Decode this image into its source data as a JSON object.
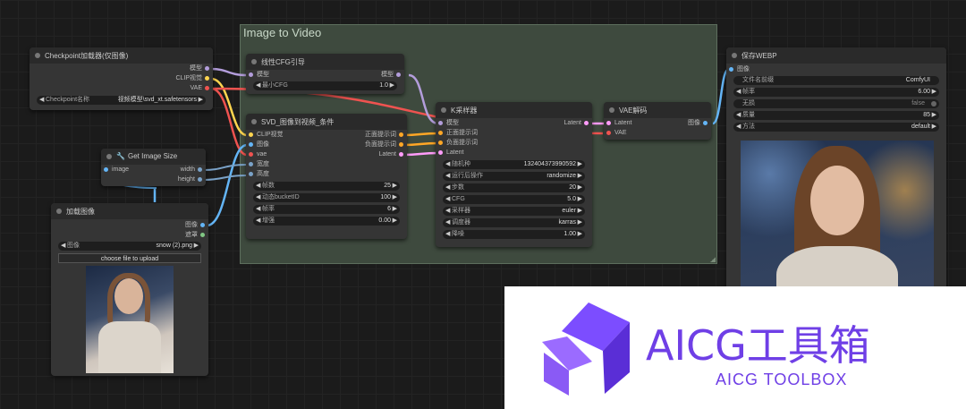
{
  "group": {
    "title": "Image to Video"
  },
  "checkpoint": {
    "title": "Checkpoint加载器(仅图像)",
    "outputs": [
      "模型",
      "CLIP视觉",
      "VAE"
    ],
    "widget": {
      "label": "Checkpoint名称",
      "value": "视频模型\\svd_xt.safetensors"
    }
  },
  "getsize": {
    "title": "Get Image Size",
    "input": "image",
    "outputs": [
      "width",
      "height"
    ]
  },
  "loadimage": {
    "title": "加载图像",
    "outputs": [
      "图像",
      "遮罩"
    ],
    "widget": {
      "label": "图像",
      "value": "snow (2).png"
    },
    "upload": "choose file to upload"
  },
  "linearcfg": {
    "title": "线性CFG引导",
    "input": "模型",
    "output": "模型",
    "widget": {
      "label": "最小CFG",
      "value": "1.0"
    }
  },
  "svd": {
    "title": "SVD_图像到视频_条件",
    "inputs": [
      "CLIP视觉",
      "图像",
      "vae",
      "宽度",
      "高度"
    ],
    "outputs": [
      "正面提示词",
      "负面提示词",
      "Latent"
    ],
    "widgets": [
      {
        "label": "帧数",
        "value": "25"
      },
      {
        "label": "动态bucketID",
        "value": "100"
      },
      {
        "label": "帧率",
        "value": "6"
      },
      {
        "label": "增强",
        "value": "0.00"
      }
    ]
  },
  "ksampler": {
    "title": "K采样器",
    "inputs": [
      "模型",
      "正面提示词",
      "负面提示词",
      "Latent"
    ],
    "output": "Latent",
    "widgets": [
      {
        "label": "随机种",
        "value": "132404373990592"
      },
      {
        "label": "运行后操作",
        "value": "randomize"
      },
      {
        "label": "步数",
        "value": "20"
      },
      {
        "label": "CFG",
        "value": "5.0"
      },
      {
        "label": "采样器",
        "value": "euler"
      },
      {
        "label": "调度器",
        "value": "karras"
      },
      {
        "label": "降噪",
        "value": "1.00"
      }
    ]
  },
  "vaedecode": {
    "title": "VAE解码",
    "inputs": [
      "Latent",
      "VAE"
    ],
    "output": "图像"
  },
  "savewebp": {
    "title": "保存WEBP",
    "input": "图像",
    "widgets": [
      {
        "label": "文件名前缀",
        "value": "ComfyUI"
      },
      {
        "label": "帧率",
        "value": "6.00"
      },
      {
        "label": "无损",
        "value": "false"
      },
      {
        "label": "质量",
        "value": "85"
      },
      {
        "label": "方法",
        "value": "default"
      }
    ]
  },
  "banner": {
    "logo": "AICG工具箱",
    "sub": "AICG TOOLBOX"
  },
  "colors": {
    "model": "#b39ddb",
    "clip": "#ffd54f",
    "vae": "#ef5350",
    "image": "#64b5f6",
    "latent": "#ff9cf9",
    "cond": "#ffa726",
    "int": "#7aa2c8"
  }
}
